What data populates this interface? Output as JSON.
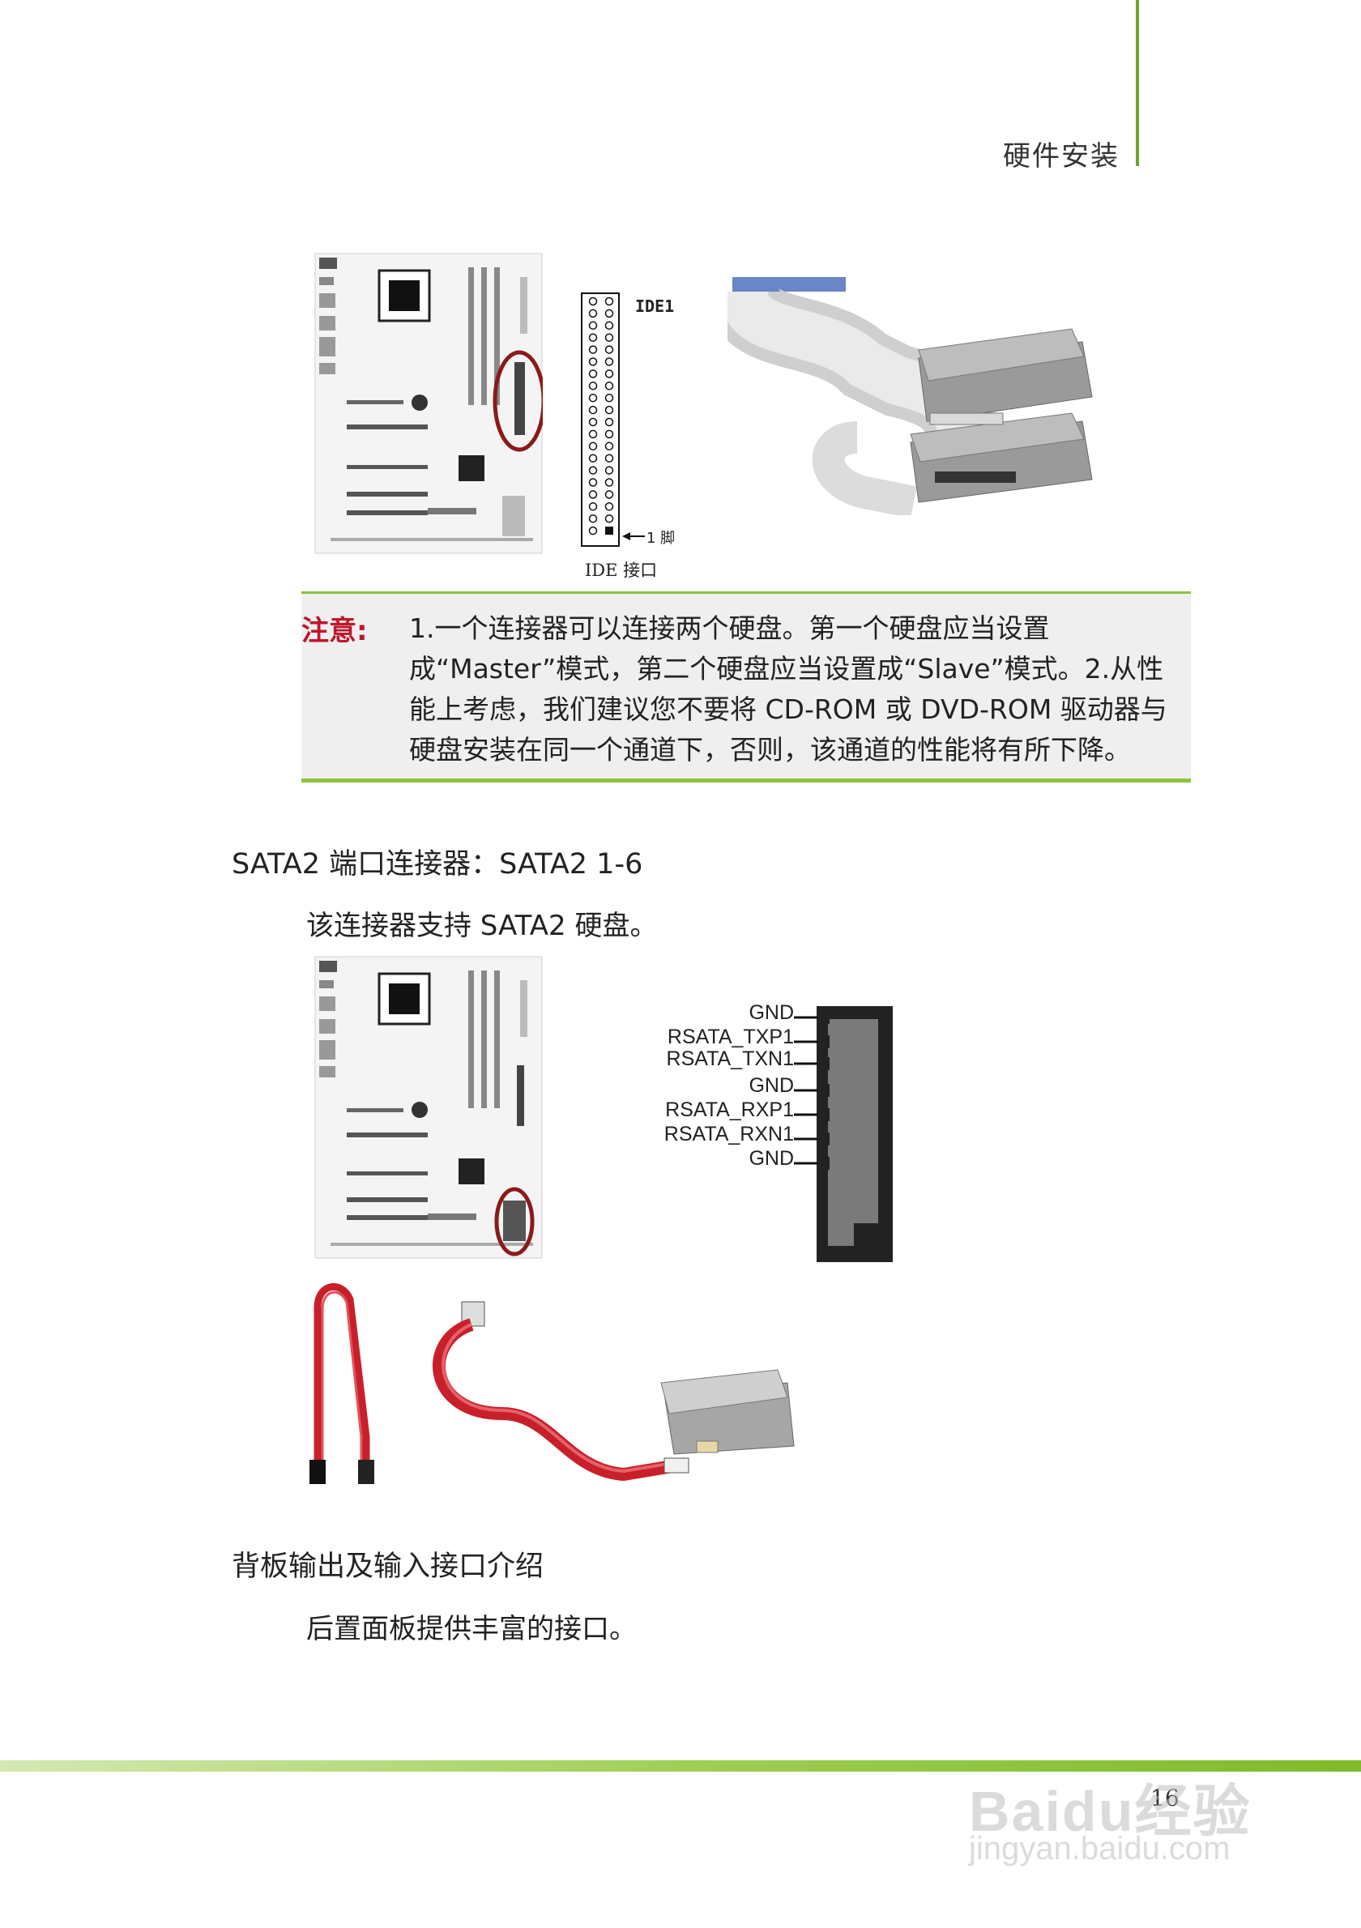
{
  "header": {
    "section_title": "硬件安装"
  },
  "ide": {
    "connector_label": "IDE1",
    "pin1_label": "1 脚",
    "caption": "IDE 接口"
  },
  "note": {
    "label": "注意:",
    "text": "1.一个连接器可以连接两个硬盘。第一个硬盘应当设置成“Master”模式，第二个硬盘应当设置成“Slave”模式。2.从性能上考虑，我们建议您不要将 CD-ROM 或 DVD-ROM 驱动器与硬盘安装在同一个通道下，否则，该通道的性能将有所下降。"
  },
  "sata": {
    "heading": "SATA2 端口连接器：SATA2 1-6",
    "description": "该连接器支持 SATA2  硬盘。",
    "pins": [
      "GND",
      "RSATA_TXP1",
      "RSATA_TXN1",
      "GND",
      "RSATA_RXP1",
      "RSATA_RXN1",
      "GND"
    ]
  },
  "rear_panel": {
    "heading": "背板输出及输入接口介绍",
    "description": "后置面板提供丰富的接口。"
  },
  "footer": {
    "page_number": "16"
  },
  "watermark": {
    "brand": "Baidu经验",
    "url": "jingyan.baidu.com"
  },
  "colors": {
    "accent_green": "#8fc23b",
    "note_label_red": "#c0162a",
    "highlight_ring": "#8b1a1a",
    "sata_cable_red": "#c8202a"
  }
}
